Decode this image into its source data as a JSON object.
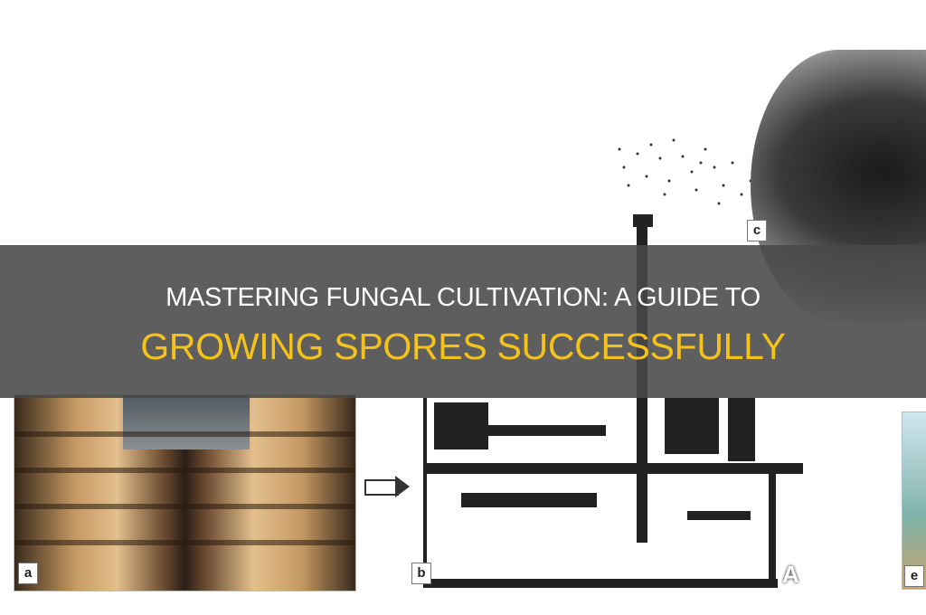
{
  "headline": {
    "line1": "MASTERING FUNGAL CULTIVATION: A GUIDE TO",
    "line2": "GROWING SPORES SUCCESSFULLY"
  },
  "figure": {
    "panel_labels": [
      "a",
      "b",
      "c",
      "e"
    ]
  },
  "watermark": {
    "visible_text": "A"
  },
  "colors": {
    "banner": "#484848",
    "title_line1": "#ffffff",
    "title_line2": "#f5c21b"
  }
}
